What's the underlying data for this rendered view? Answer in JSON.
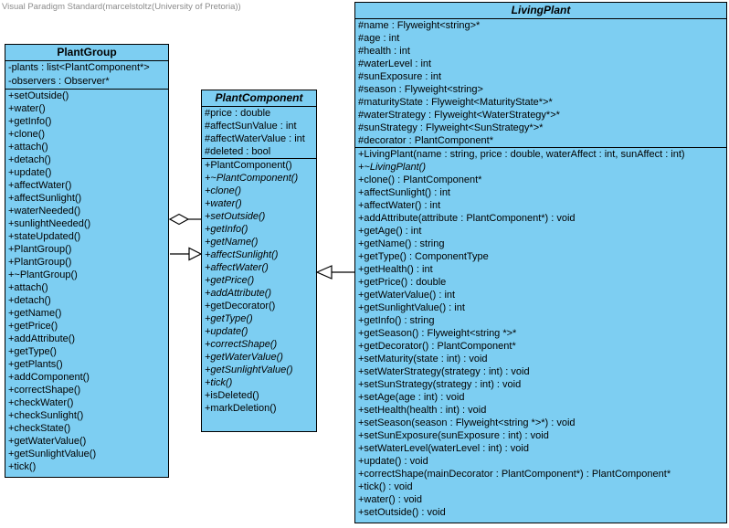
{
  "watermark": "Visual Paradigm Standard(marcelstoltz(University of Pretoria))",
  "colors": {
    "class_fill": "#7dcef2",
    "border": "#000000",
    "watermark_text": "#8c8c8c",
    "background": "#ffffff"
  },
  "classes": [
    {
      "name": "PlantGroup",
      "abstract": false,
      "attributes": [
        {
          "text": "-plants : list<PlantComponent*>"
        },
        {
          "text": "-observers : Observer*"
        }
      ],
      "methods": [
        {
          "text": "+setOutside()",
          "italic": false
        },
        {
          "text": "+water()",
          "italic": false
        },
        {
          "text": "+getInfo()",
          "italic": false
        },
        {
          "text": "+clone()",
          "italic": false
        },
        {
          "text": "+attach()",
          "italic": false
        },
        {
          "text": "+detach()",
          "italic": false
        },
        {
          "text": "+update()",
          "italic": false
        },
        {
          "text": "+affectWater()",
          "italic": false
        },
        {
          "text": "+affectSunlight()",
          "italic": false
        },
        {
          "text": "+waterNeeded()",
          "italic": false
        },
        {
          "text": "+sunlightNeeded()",
          "italic": false
        },
        {
          "text": "+stateUpdated()",
          "italic": false
        },
        {
          "text": "+PlantGroup()",
          "italic": false
        },
        {
          "text": "+PlantGroup()",
          "italic": false
        },
        {
          "text": "+~PlantGroup()",
          "italic": false
        },
        {
          "text": "+attach()",
          "italic": false
        },
        {
          "text": "+detach()",
          "italic": false
        },
        {
          "text": "+getName()",
          "italic": false
        },
        {
          "text": "+getPrice()",
          "italic": false
        },
        {
          "text": "+addAttribute()",
          "italic": false
        },
        {
          "text": "+getType()",
          "italic": false
        },
        {
          "text": "+getPlants()",
          "italic": false
        },
        {
          "text": "+addComponent()",
          "italic": false
        },
        {
          "text": "+correctShape()",
          "italic": false
        },
        {
          "text": "+checkWater()",
          "italic": false
        },
        {
          "text": "+checkSunlight()",
          "italic": false
        },
        {
          "text": "+checkState()",
          "italic": false
        },
        {
          "text": "+getWaterValue()",
          "italic": false
        },
        {
          "text": "+getSunlightValue()",
          "italic": false
        },
        {
          "text": "+tick()",
          "italic": false
        }
      ]
    },
    {
      "name": "PlantComponent",
      "abstract": true,
      "attributes": [
        {
          "text": "#price : double"
        },
        {
          "text": "#affectSunValue : int"
        },
        {
          "text": "#affectWaterValue : int"
        },
        {
          "text": "#deleted : bool"
        }
      ],
      "methods": [
        {
          "text": "+PlantComponent()",
          "italic": false
        },
        {
          "text": "+~PlantComponent()",
          "italic": true
        },
        {
          "text": "+clone()",
          "italic": true
        },
        {
          "text": "+water()",
          "italic": true
        },
        {
          "text": "+setOutside()",
          "italic": true
        },
        {
          "text": "+getInfo()",
          "italic": true
        },
        {
          "text": "+getName()",
          "italic": true
        },
        {
          "text": "+affectSunlight()",
          "italic": true
        },
        {
          "text": "+affectWater()",
          "italic": true
        },
        {
          "text": "+getPrice()",
          "italic": true
        },
        {
          "text": "+addAttribute()",
          "italic": true
        },
        {
          "text": "+getDecorator()",
          "italic": false
        },
        {
          "text": "+getType()",
          "italic": true
        },
        {
          "text": "+update()",
          "italic": true
        },
        {
          "text": "+correctShape()",
          "italic": true
        },
        {
          "text": "+getWaterValue()",
          "italic": true
        },
        {
          "text": "+getSunlightValue()",
          "italic": true
        },
        {
          "text": "+tick()",
          "italic": true
        },
        {
          "text": "+isDeleted()",
          "italic": false
        },
        {
          "text": "+markDeletion()",
          "italic": false
        }
      ]
    },
    {
      "name": "LivingPlant",
      "abstract": true,
      "attributes": [
        {
          "text": "#name : Flyweight<string>*"
        },
        {
          "text": "#age : int"
        },
        {
          "text": "#health : int"
        },
        {
          "text": "#waterLevel : int"
        },
        {
          "text": "#sunExposure : int"
        },
        {
          "text": "#season : Flyweight<string>"
        },
        {
          "text": "#maturityState : Flyweight<MaturityState*>*"
        },
        {
          "text": "#waterStrategy : Flyweight<WaterStrategy*>*"
        },
        {
          "text": "#sunStrategy : Flyweight<SunStrategy*>*"
        },
        {
          "text": "#decorator : PlantComponent*"
        }
      ],
      "methods": [
        {
          "text": "+LivingPlant(name : string, price : double, waterAffect : int, sunAffect : int)",
          "italic": false
        },
        {
          "text": "+~LivingPlant()",
          "italic": true
        },
        {
          "text": "+clone() : PlantComponent*",
          "italic": false
        },
        {
          "text": "+affectSunlight() : int",
          "italic": false
        },
        {
          "text": "+affectWater() : int",
          "italic": false
        },
        {
          "text": "+addAttribute(attribute : PlantComponent*) : void",
          "italic": false
        },
        {
          "text": "+getAge() : int",
          "italic": false
        },
        {
          "text": "+getName() : string",
          "italic": false
        },
        {
          "text": "+getType() : ComponentType",
          "italic": false
        },
        {
          "text": "+getHealth() : int",
          "italic": false
        },
        {
          "text": "+getPrice() : double",
          "italic": false
        },
        {
          "text": "+getWaterValue() : int",
          "italic": false
        },
        {
          "text": "+getSunlightValue() : int",
          "italic": false
        },
        {
          "text": "+getInfo() : string",
          "italic": false
        },
        {
          "text": "+getSeason() : Flyweight<string *>*",
          "italic": false
        },
        {
          "text": "+getDecorator() : PlantComponent*",
          "italic": false
        },
        {
          "text": "+setMaturity(state : int) : void",
          "italic": false
        },
        {
          "text": "+setWaterStrategy(strategy : int) : void",
          "italic": false
        },
        {
          "text": "+setSunStrategy(strategy : int) : void",
          "italic": false
        },
        {
          "text": "+setAge(age : int) : void",
          "italic": false
        },
        {
          "text": "+setHealth(health : int) : void",
          "italic": false
        },
        {
          "text": "+setSeason(season : Flyweight<string *>*) : void",
          "italic": false
        },
        {
          "text": "+setSunExposure(sunExposure : int) : void",
          "italic": false
        },
        {
          "text": "+setWaterLevel(waterLevel : int) : void",
          "italic": false
        },
        {
          "text": "+update() : void",
          "italic": false
        },
        {
          "text": "+correctShape(mainDecorator : PlantComponent*) : PlantComponent*",
          "italic": false
        },
        {
          "text": "+tick() : void",
          "italic": false
        },
        {
          "text": "+water() : void",
          "italic": false
        },
        {
          "text": "+setOutside() : void",
          "italic": false
        }
      ]
    }
  ],
  "relations": [
    {
      "type": "aggregation",
      "from": "PlantGroup",
      "to": "PlantComponent"
    },
    {
      "type": "generalization",
      "from": "PlantGroup",
      "to": "PlantComponent"
    },
    {
      "type": "generalization",
      "from": "LivingPlant",
      "to": "PlantComponent"
    }
  ]
}
